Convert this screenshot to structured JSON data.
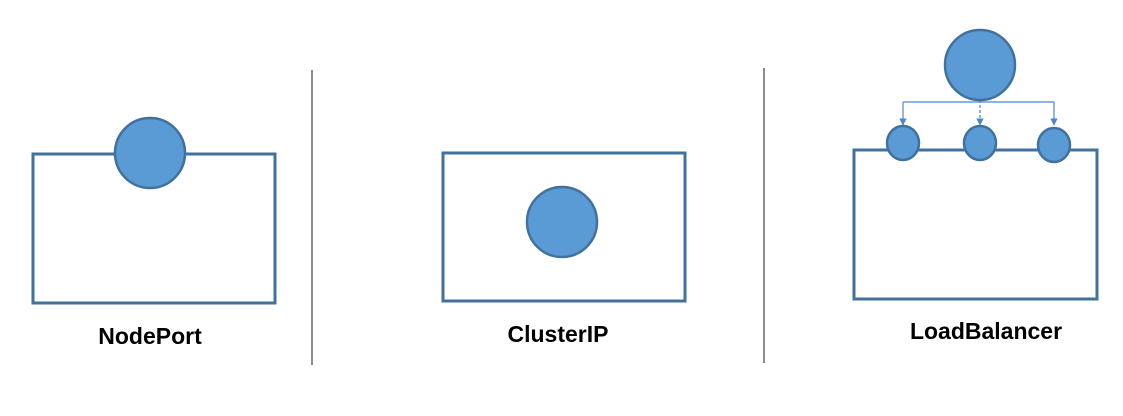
{
  "colors": {
    "box_stroke": "#41719C",
    "node_fill": "#5B9BD5",
    "node_stroke": "#41719C",
    "divider": "#404040",
    "arrow": "#4F86C6",
    "background": "#FFFFFF"
  },
  "panels": {
    "nodeport": {
      "label": "NodePort"
    },
    "clusterip": {
      "label": "ClusterIP"
    },
    "loadbalancer": {
      "label": "LoadBalancer"
    }
  }
}
